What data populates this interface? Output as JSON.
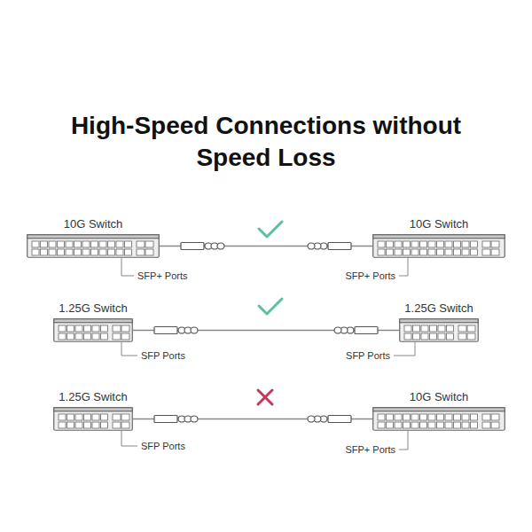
{
  "diagram": {
    "title": "High-Speed Connections without Speed Loss",
    "nodes": [
      {
        "text": [
          "10G Switch"
        ]
      },
      {
        "text": [
          "10G Switch"
        ]
      },
      {
        "text": [
          "1.25G Switch"
        ]
      },
      {
        "text": [
          "1.25G Switch"
        ]
      },
      {
        "text": [
          "1.25G Switch"
        ]
      },
      {
        "text": [
          "10G Switch"
        ]
      }
    ],
    "edges": [
      {
        "from": 0,
        "to": 1,
        "arrow": "none"
      },
      {
        "from": 2,
        "to": 3,
        "arrow": "none"
      },
      {
        "from": 4,
        "to": 5,
        "arrow": "none"
      }
    ],
    "labels": [
      "SFP+ Ports",
      "SFP+ Ports",
      "SFP Ports",
      "SFP Ports",
      "SFP Ports",
      "SFP+ Ports"
    ]
  }
}
